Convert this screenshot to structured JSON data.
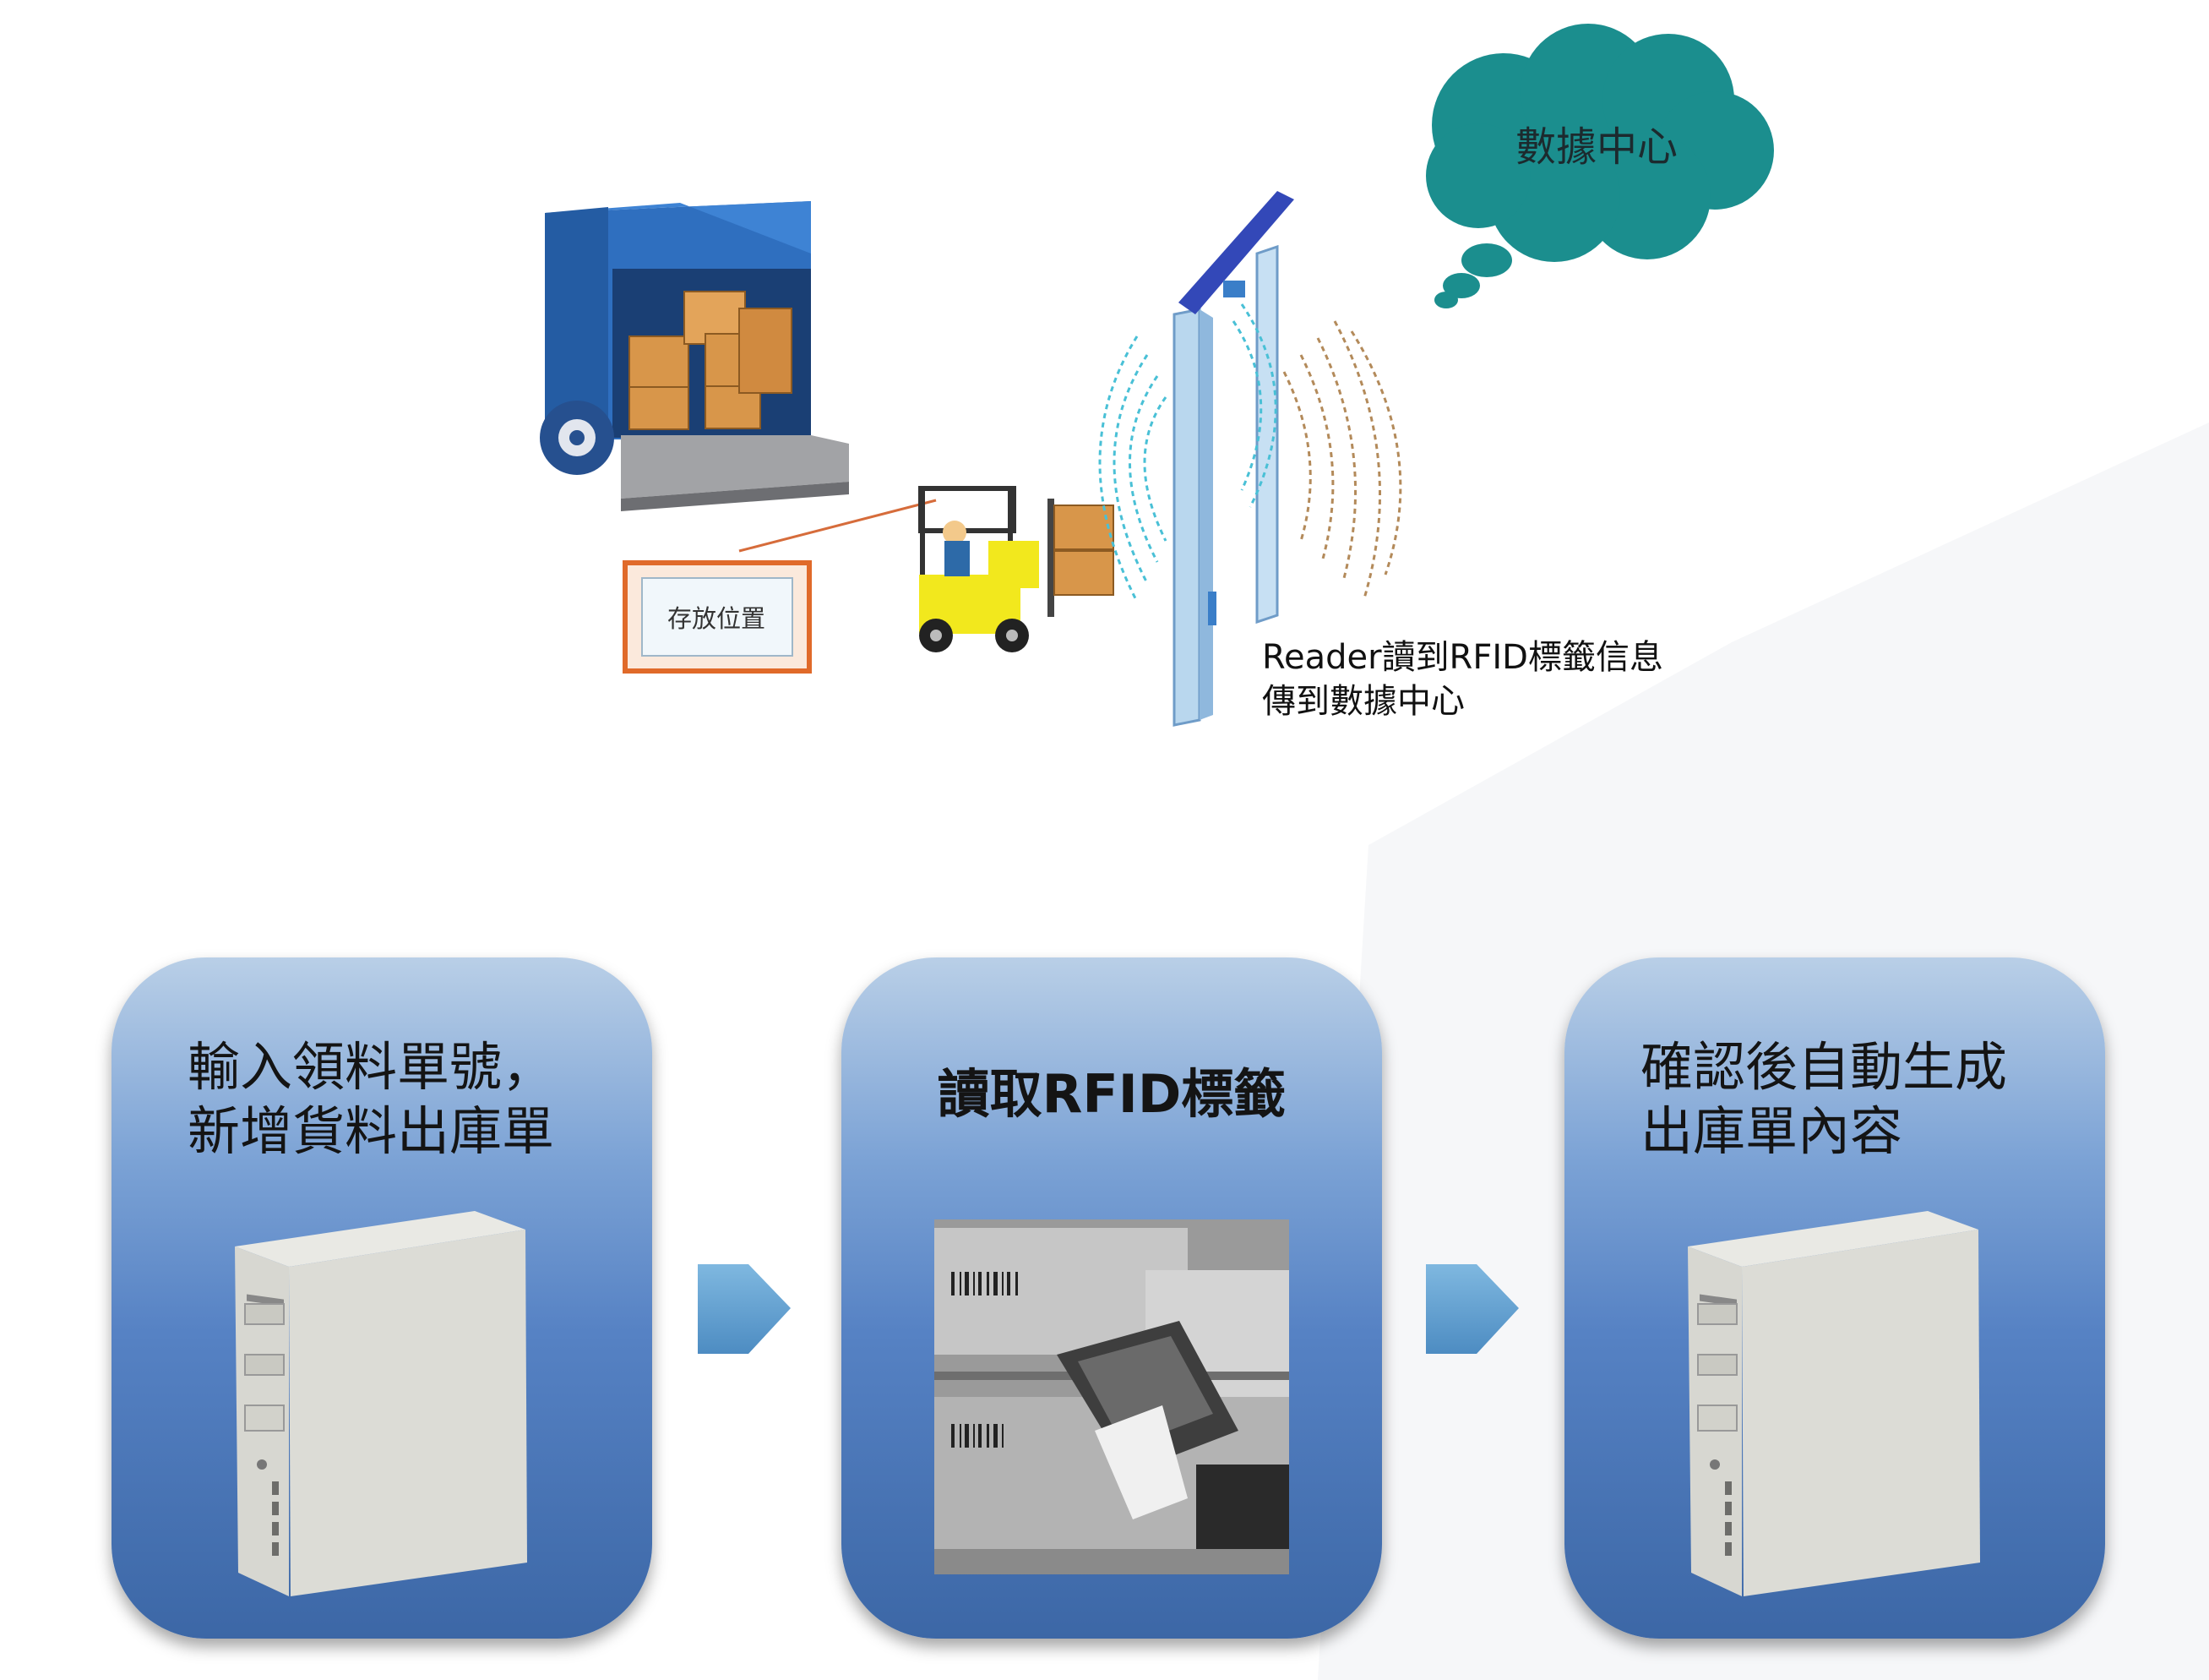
{
  "diagram": {
    "storage_label": "存放位置",
    "cloud_label": "數據中心",
    "reader_caption": {
      "line1": "Reader讀到RFID標籤信息",
      "line2": "傳到數據中心"
    }
  },
  "steps": [
    {
      "line1": "輸入領料單號，",
      "line2": "新增貨料出庫單",
      "icon": "computer-tower-icon"
    },
    {
      "line1": "讀取RFID標籤",
      "icon": "handheld-scanner-icon"
    },
    {
      "line1": "確認後自動生成",
      "line2": "出庫單內容",
      "icon": "computer-tower-icon"
    }
  ],
  "colors": {
    "truck_blue": "#2f6fbf",
    "box_orange": "#d8964a",
    "cloud_teal": "#1b8e8e",
    "forklift_yellow": "#f2e81d",
    "gate_blue": "#b9d7ee",
    "step_gradient_top": "#b9cfe7",
    "step_gradient_bottom": "#3c67a6",
    "arrow": "#6aa9d6"
  }
}
